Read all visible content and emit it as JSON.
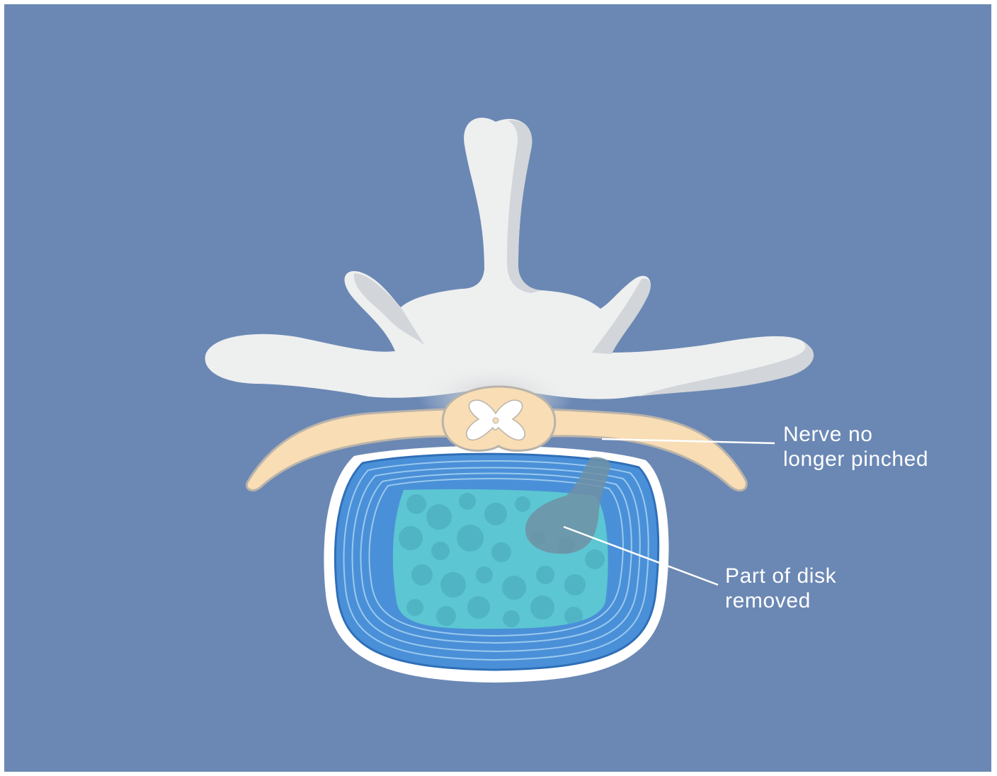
{
  "labels": {
    "nerve": {
      "line1": "Nerve no",
      "line2": "longer pinched"
    },
    "disk": {
      "line1": "Part of disk",
      "line2": "removed"
    }
  },
  "colors": {
    "background": "#6b88b4",
    "bone": "#eeefef",
    "bone_shade": "#d2d5d9",
    "nerve": "#f8ddb5",
    "disk_outer": "#ffffff",
    "disk_annulus": "#4a90d8",
    "disk_nucleus": "#5cc6d2",
    "removed_area": "#6f90a4",
    "label_text": "#ffffff"
  }
}
